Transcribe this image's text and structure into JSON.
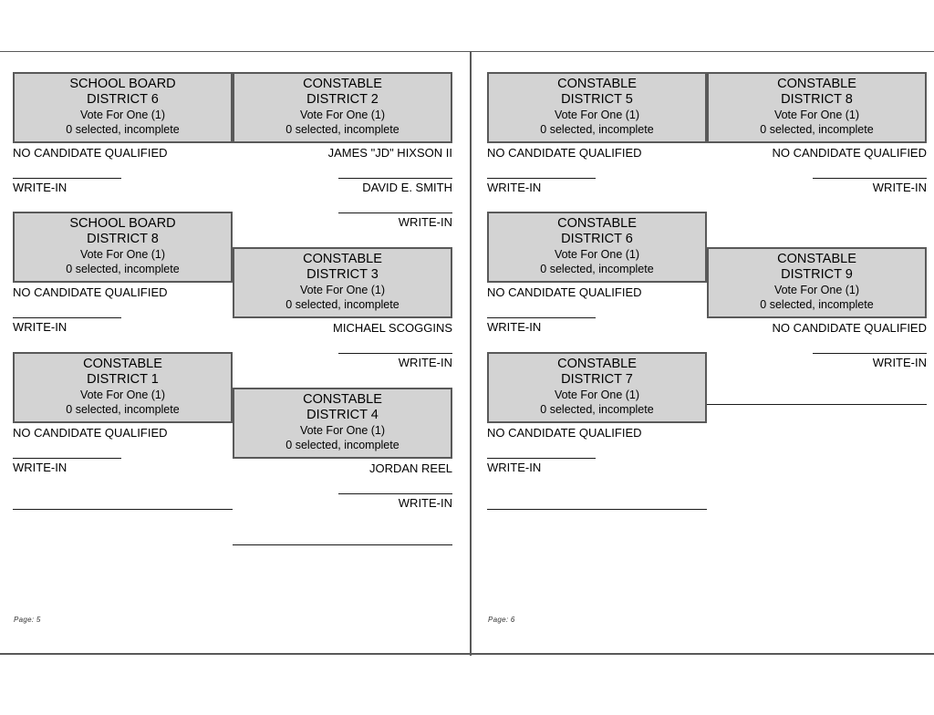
{
  "document": {
    "type": "ballot-review-spread",
    "vote_for_text": "Vote For One (1)",
    "status_text": "0 selected, incomplete",
    "no_candidate_text": "NO CANDIDATE QUALIFIED",
    "write_in_text": "WRITE-IN",
    "box_fill_color": "#d3d3d3",
    "box_border_color": "#595959",
    "rule_color": "#1a1a1a"
  },
  "pages": [
    {
      "page_label": "Page: 5",
      "columns": [
        {
          "align": "left",
          "contests": [
            {
              "office": "SCHOOL BOARD",
              "district": "DISTRICT 6",
              "vote_for": "Vote For One (1)",
              "status": "0 selected, incomplete",
              "choices": [
                {
                  "label": "NO CANDIDATE QUALIFIED",
                  "rule": false
                },
                {
                  "label": "WRITE-IN",
                  "rule": true
                }
              ]
            },
            {
              "office": "SCHOOL BOARD",
              "district": "DISTRICT 8",
              "vote_for": "Vote For One (1)",
              "status": "0 selected, incomplete",
              "choices": [
                {
                  "label": "NO CANDIDATE QUALIFIED",
                  "rule": false
                },
                {
                  "label": "WRITE-IN",
                  "rule": true
                }
              ]
            },
            {
              "office": "CONSTABLE",
              "district": "DISTRICT 1",
              "vote_for": "Vote For One (1)",
              "status": "0 selected, incomplete",
              "choices": [
                {
                  "label": "NO CANDIDATE QUALIFIED",
                  "rule": false
                },
                {
                  "label": "WRITE-IN",
                  "rule": true
                }
              ]
            }
          ]
        },
        {
          "align": "right",
          "contests": [
            {
              "office": "CONSTABLE",
              "district": "DISTRICT 2",
              "vote_for": "Vote For One (1)",
              "status": "0 selected, incomplete",
              "choices": [
                {
                  "label": "JAMES \"JD\" HIXSON II",
                  "rule": false
                },
                {
                  "label": "DAVID E. SMITH",
                  "rule": true
                },
                {
                  "label": "WRITE-IN",
                  "rule": true
                }
              ]
            },
            {
              "office": "CONSTABLE",
              "district": "DISTRICT 3",
              "vote_for": "Vote For One (1)",
              "status": "0 selected, incomplete",
              "choices": [
                {
                  "label": "MICHAEL SCOGGINS",
                  "rule": false
                },
                {
                  "label": "WRITE-IN",
                  "rule": true
                }
              ]
            },
            {
              "office": "CONSTABLE",
              "district": "DISTRICT 4",
              "vote_for": "Vote For One (1)",
              "status": "0 selected, incomplete",
              "choices": [
                {
                  "label": "JORDAN REEL",
                  "rule": false
                },
                {
                  "label": "WRITE-IN",
                  "rule": true
                }
              ]
            }
          ]
        }
      ]
    },
    {
      "page_label": "Page: 6",
      "columns": [
        {
          "align": "left",
          "contests": [
            {
              "office": "CONSTABLE",
              "district": "DISTRICT 5",
              "vote_for": "Vote For One (1)",
              "status": "0 selected, incomplete",
              "choices": [
                {
                  "label": "NO CANDIDATE QUALIFIED",
                  "rule": false
                },
                {
                  "label": "WRITE-IN",
                  "rule": true
                }
              ]
            },
            {
              "office": "CONSTABLE",
              "district": "DISTRICT 6",
              "vote_for": "Vote For One (1)",
              "status": "0 selected, incomplete",
              "choices": [
                {
                  "label": "NO CANDIDATE QUALIFIED",
                  "rule": false
                },
                {
                  "label": "WRITE-IN",
                  "rule": true
                }
              ]
            },
            {
              "office": "CONSTABLE",
              "district": "DISTRICT 7",
              "vote_for": "Vote For One (1)",
              "status": "0 selected, incomplete",
              "choices": [
                {
                  "label": "NO CANDIDATE QUALIFIED",
                  "rule": false
                },
                {
                  "label": "WRITE-IN",
                  "rule": true
                }
              ]
            }
          ]
        },
        {
          "align": "right",
          "contests": [
            {
              "office": "CONSTABLE",
              "district": "DISTRICT 8",
              "vote_for": "Vote For One (1)",
              "status": "0 selected, incomplete",
              "choices": [
                {
                  "label": "NO CANDIDATE QUALIFIED",
                  "rule": false
                },
                {
                  "label": "WRITE-IN",
                  "rule": true
                }
              ]
            },
            {
              "office": "CONSTABLE",
              "district": "DISTRICT 9",
              "vote_for": "Vote For One (1)",
              "status": "0 selected, incomplete",
              "choices": [
                {
                  "label": "NO CANDIDATE QUALIFIED",
                  "rule": false
                },
                {
                  "label": "WRITE-IN",
                  "rule": true
                }
              ]
            }
          ]
        }
      ]
    }
  ]
}
